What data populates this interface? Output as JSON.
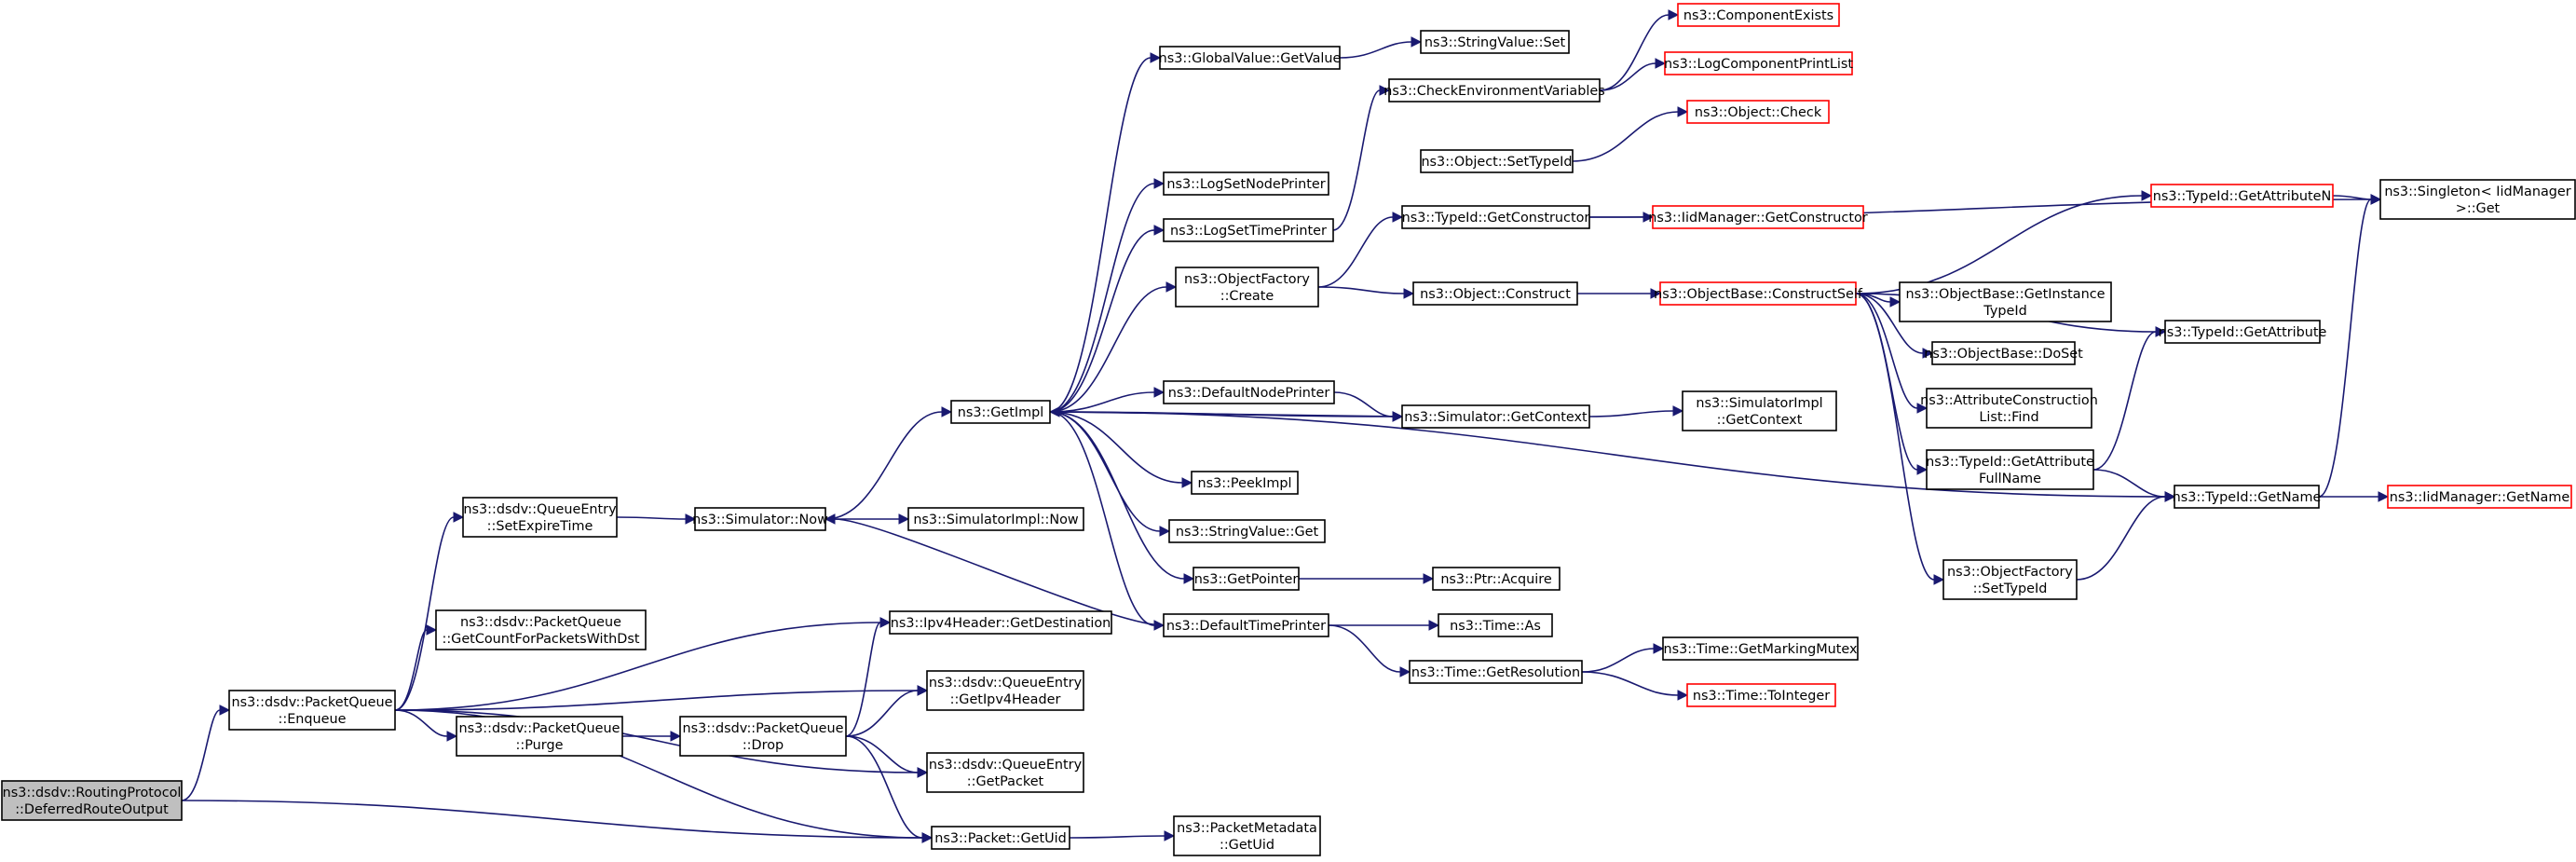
{
  "colors": {
    "edge": "#191970",
    "truncated_border": "#ff0000",
    "normal_border": "#000000",
    "root_fill": "#bfbfbf"
  },
  "nodes": [
    {
      "id": "root",
      "lines": [
        "ns3::dsdv::RoutingProtocol",
        "::DeferredRouteOutput"
      ],
      "root": true
    },
    {
      "id": "enqueue",
      "lines": [
        "ns3::dsdv::PacketQueue",
        "::Enqueue"
      ]
    },
    {
      "id": "getuid",
      "lines": [
        "ns3::Packet::GetUid"
      ]
    },
    {
      "id": "setexpire",
      "lines": [
        "ns3::dsdv::QueueEntry",
        "::SetExpireTime"
      ]
    },
    {
      "id": "getcount",
      "lines": [
        "ns3::dsdv::PacketQueue",
        "::GetCountForPacketsWithDst"
      ]
    },
    {
      "id": "purge",
      "lines": [
        "ns3::dsdv::PacketQueue",
        "::Purge"
      ]
    },
    {
      "id": "drop",
      "lines": [
        "ns3::dsdv::PacketQueue",
        "::Drop"
      ]
    },
    {
      "id": "simnow",
      "lines": [
        "ns3::Simulator::Now"
      ]
    },
    {
      "id": "implnow",
      "lines": [
        "ns3::SimulatorImpl::Now"
      ]
    },
    {
      "id": "ipv4dest",
      "lines": [
        "ns3::Ipv4Header::GetDestination"
      ]
    },
    {
      "id": "getipv4",
      "lines": [
        "ns3::dsdv::QueueEntry",
        "::GetIpv4Header"
      ]
    },
    {
      "id": "getpacket",
      "lines": [
        "ns3::dsdv::QueueEntry",
        "::GetPacket"
      ]
    },
    {
      "id": "metauid",
      "lines": [
        "ns3::PacketMetadata",
        "::GetUid"
      ]
    },
    {
      "id": "getimpl",
      "lines": [
        "ns3::GetImpl"
      ]
    },
    {
      "id": "gvgetvalue",
      "lines": [
        "ns3::GlobalValue::GetValue"
      ]
    },
    {
      "id": "lognode",
      "lines": [
        "ns3::LogSetNodePrinter"
      ]
    },
    {
      "id": "logtime",
      "lines": [
        "ns3::LogSetTimePrinter"
      ]
    },
    {
      "id": "ofcreate",
      "lines": [
        "ns3::ObjectFactory",
        "::Create"
      ]
    },
    {
      "id": "defnode",
      "lines": [
        "ns3::DefaultNodePrinter"
      ]
    },
    {
      "id": "peekimpl",
      "lines": [
        "ns3::PeekImpl"
      ]
    },
    {
      "id": "svget",
      "lines": [
        "ns3::StringValue::Get"
      ]
    },
    {
      "id": "getpointer",
      "lines": [
        "ns3::GetPointer"
      ]
    },
    {
      "id": "deftime",
      "lines": [
        "ns3::DefaultTimePrinter"
      ]
    },
    {
      "id": "svset",
      "lines": [
        "ns3::StringValue::Set"
      ]
    },
    {
      "id": "checkenv",
      "lines": [
        "ns3::CheckEnvironmentVariables"
      ]
    },
    {
      "id": "objsettype",
      "lines": [
        "ns3::Object::SetTypeId"
      ]
    },
    {
      "id": "tidgetctor",
      "lines": [
        "ns3::TypeId::GetConstructor"
      ]
    },
    {
      "id": "objconstruct",
      "lines": [
        "ns3::Object::Construct"
      ]
    },
    {
      "id": "simgetctx",
      "lines": [
        "ns3::Simulator::GetContext"
      ]
    },
    {
      "id": "ptracquire",
      "lines": [
        "ns3::Ptr::Acquire"
      ]
    },
    {
      "id": "timeas",
      "lines": [
        "ns3::Time::As"
      ]
    },
    {
      "id": "timeres",
      "lines": [
        "ns3::Time::GetResolution"
      ]
    },
    {
      "id": "compexists",
      "lines": [
        "ns3::ComponentExists"
      ],
      "red": true
    },
    {
      "id": "logcomplist",
      "lines": [
        "ns3::LogComponentPrintList"
      ],
      "red": true
    },
    {
      "id": "objcheck",
      "lines": [
        "ns3::Object::Check"
      ],
      "red": true
    },
    {
      "id": "iidgetctor",
      "lines": [
        "ns3::IidManager::GetConstructor"
      ],
      "red": true
    },
    {
      "id": "obconstructself",
      "lines": [
        "ns3::ObjectBase::ConstructSelf"
      ],
      "red": true
    },
    {
      "id": "implgetctx",
      "lines": [
        "ns3::SimulatorImpl",
        "::GetContext"
      ]
    },
    {
      "id": "markmutex",
      "lines": [
        "ns3::Time::GetMarkingMutex"
      ]
    },
    {
      "id": "tointeger",
      "lines": [
        "ns3::Time::ToInteger"
      ],
      "red": true
    },
    {
      "id": "tidgetattrn",
      "lines": [
        "ns3::TypeId::GetAttributeN"
      ],
      "red": true
    },
    {
      "id": "obgetinst",
      "lines": [
        "ns3::ObjectBase::GetInstance",
        "TypeId"
      ]
    },
    {
      "id": "obdoset",
      "lines": [
        "ns3::ObjectBase::DoSet"
      ]
    },
    {
      "id": "acfind",
      "lines": [
        "ns3::AttributeConstruction",
        "List::Find"
      ]
    },
    {
      "id": "tidgetattrfull",
      "lines": [
        "ns3::TypeId::GetAttribute",
        "FullName"
      ]
    },
    {
      "id": "ofsettype",
      "lines": [
        "ns3::ObjectFactory",
        "::SetTypeId"
      ]
    },
    {
      "id": "singleton",
      "lines": [
        "ns3::Singleton< IidManager",
        " >::Get"
      ]
    },
    {
      "id": "tidgetattr",
      "lines": [
        "ns3::TypeId::GetAttribute"
      ]
    },
    {
      "id": "tidgetname",
      "lines": [
        "ns3::TypeId::GetName"
      ]
    },
    {
      "id": "iidgetname",
      "lines": [
        "ns3::IidManager::GetName"
      ],
      "red": true
    }
  ],
  "edges": [
    [
      "root",
      "enqueue"
    ],
    [
      "root",
      "getuid"
    ],
    [
      "enqueue",
      "setexpire"
    ],
    [
      "enqueue",
      "ipv4dest"
    ],
    [
      "enqueue",
      "getcount"
    ],
    [
      "enqueue",
      "getipv4"
    ],
    [
      "enqueue",
      "purge"
    ],
    [
      "enqueue",
      "getpacket"
    ],
    [
      "enqueue",
      "getuid"
    ],
    [
      "setexpire",
      "simnow"
    ],
    [
      "simnow",
      "getimpl"
    ],
    [
      "simnow",
      "implnow"
    ],
    [
      "purge",
      "drop"
    ],
    [
      "drop",
      "ipv4dest"
    ],
    [
      "drop",
      "getipv4"
    ],
    [
      "drop",
      "getpacket"
    ],
    [
      "drop",
      "getuid"
    ],
    [
      "getuid",
      "metauid"
    ],
    [
      "getimpl",
      "gvgetvalue"
    ],
    [
      "getimpl",
      "lognode"
    ],
    [
      "getimpl",
      "logtime"
    ],
    [
      "getimpl",
      "ofcreate"
    ],
    [
      "getimpl",
      "defnode"
    ],
    [
      "getimpl",
      "simgetctx"
    ],
    [
      "getimpl",
      "peekimpl"
    ],
    [
      "getimpl",
      "svget"
    ],
    [
      "getimpl",
      "getpointer"
    ],
    [
      "getimpl",
      "deftime"
    ],
    [
      "getimpl",
      "tidgetname"
    ],
    [
      "gvgetvalue",
      "svset"
    ],
    [
      "logtime",
      "checkenv"
    ],
    [
      "checkenv",
      "compexists"
    ],
    [
      "checkenv",
      "logcomplist"
    ],
    [
      "ofcreate",
      "tidgetctor"
    ],
    [
      "ofcreate",
      "objconstruct"
    ],
    [
      "objsettype",
      "objcheck"
    ],
    [
      "tidgetctor",
      "iidgetctor"
    ],
    [
      "tidgetctor",
      "singleton"
    ],
    [
      "objconstruct",
      "obconstructself"
    ],
    [
      "defnode",
      "simgetctx"
    ],
    [
      "simgetctx",
      "getimpl"
    ],
    [
      "simgetctx",
      "implgetctx"
    ],
    [
      "getpointer",
      "ptracquire"
    ],
    [
      "deftime",
      "simnow"
    ],
    [
      "deftime",
      "timeas"
    ],
    [
      "deftime",
      "timeres"
    ],
    [
      "timeres",
      "markmutex"
    ],
    [
      "timeres",
      "tointeger"
    ],
    [
      "obconstructself",
      "tidgetattrn"
    ],
    [
      "obconstructself",
      "obgetinst"
    ],
    [
      "obconstructself",
      "obdoset"
    ],
    [
      "obconstructself",
      "acfind"
    ],
    [
      "obconstructself",
      "tidgetattrfull"
    ],
    [
      "obconstructself",
      "ofsettype"
    ],
    [
      "obconstructself",
      "tidgetattr"
    ],
    [
      "tidgetattrn",
      "singleton"
    ],
    [
      "tidgetattrfull",
      "tidgetattr"
    ],
    [
      "tidgetattrfull",
      "tidgetname"
    ],
    [
      "ofsettype",
      "tidgetname"
    ],
    [
      "tidgetname",
      "singleton"
    ],
    [
      "tidgetname",
      "iidgetname"
    ]
  ]
}
